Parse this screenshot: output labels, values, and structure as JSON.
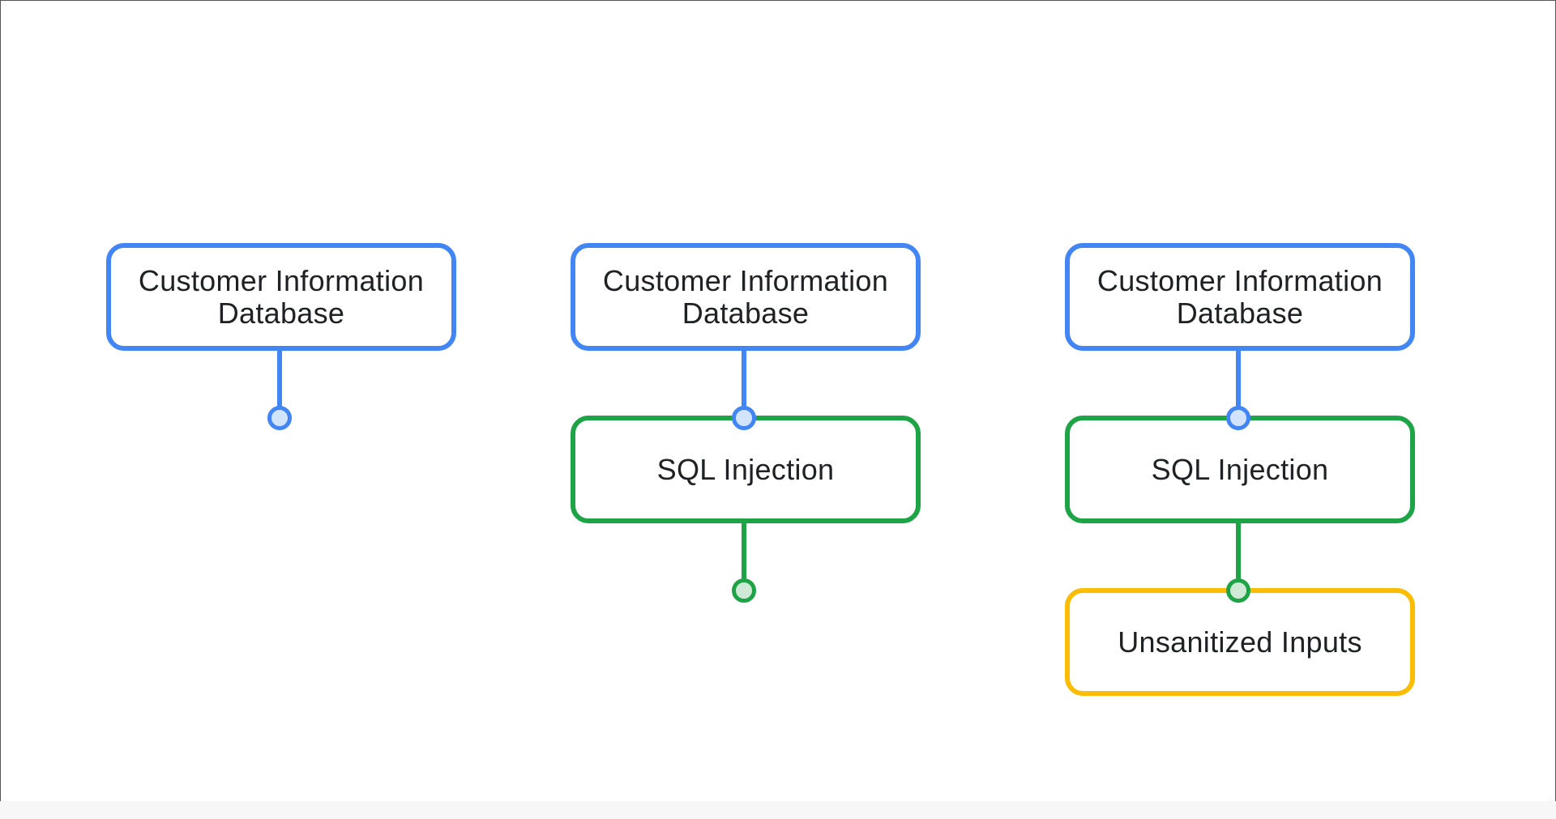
{
  "diagram": {
    "colors": {
      "database": "#4285f4",
      "attack": "#1ea446",
      "cause": "#fbbc04"
    },
    "column1": {
      "database_label": "Customer Information Database"
    },
    "column2": {
      "database_label": "Customer Information Database",
      "attack_label": "SQL Injection"
    },
    "column3": {
      "database_label": "Customer Information Database",
      "attack_label": "SQL Injection",
      "cause_label": "Unsanitized Inputs"
    }
  }
}
